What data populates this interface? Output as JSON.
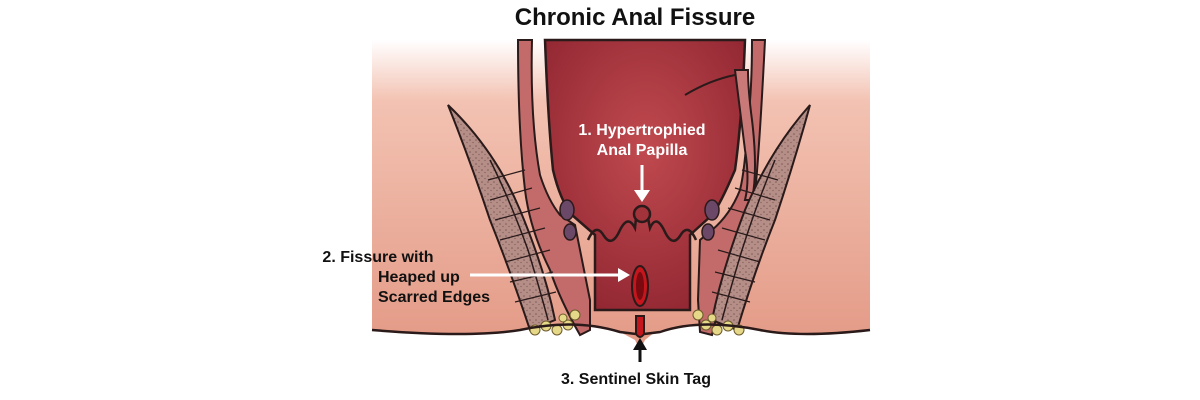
{
  "title": "Chronic Anal Fissure",
  "labels": {
    "papilla_line1": "1. Hypertrophied",
    "papilla_line2": "Anal Papilla",
    "fissure_line1": "2. Fissure with",
    "fissure_line2": "Heaped up",
    "fissure_line3": "Scarred Edges",
    "skin_tag": "3. Sentinel Skin Tag"
  },
  "colors": {
    "tissue": "#d98a78",
    "lumen": "#a3333b",
    "muscle": "#b8908a",
    "fat": "#e6d889",
    "fissure": "#c4161c"
  }
}
